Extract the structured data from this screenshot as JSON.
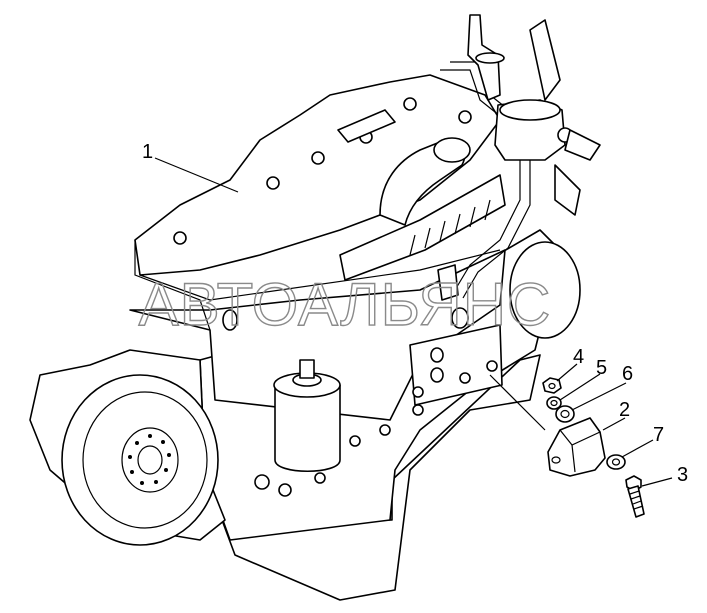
{
  "diagram": {
    "watermark": "АВТОАЛЬЯНС",
    "callouts": {
      "c1": "1",
      "c2": "2",
      "c3": "3",
      "c4": "4",
      "c5": "5",
      "c6": "6",
      "c7": "7"
    }
  }
}
